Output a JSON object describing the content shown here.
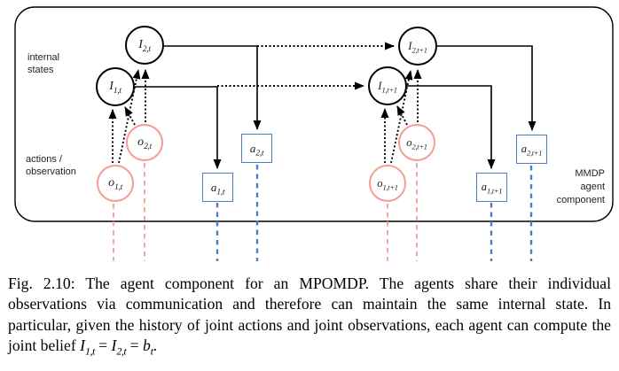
{
  "figure": {
    "region_labels": {
      "internal_states_line1": "internal",
      "internal_states_line2": "states",
      "actions_obs_line1": "actions /",
      "actions_obs_line2": "observation",
      "mmdp_line1": "MMDP",
      "mmdp_line2": "agent",
      "mmdp_line3": "component"
    },
    "nodes": {
      "I2t": {
        "main": "I",
        "sub": "2,t"
      },
      "I1t": {
        "main": "I",
        "sub": "1,t"
      },
      "I2t1": {
        "main": "I",
        "sub": "2,t+1"
      },
      "I1t1": {
        "main": "I",
        "sub": "1,t+1"
      },
      "o2t": {
        "main": "o",
        "sub": "2,t"
      },
      "o1t": {
        "main": "o",
        "sub": "1,t"
      },
      "o2t1": {
        "main": "o",
        "sub": "2,t+1"
      },
      "o1t1": {
        "main": "o",
        "sub": "1,t+1"
      },
      "a1t": {
        "main": "a",
        "sub": "1,t"
      },
      "a2t": {
        "main": "a",
        "sub": "2,t"
      },
      "a1t1": {
        "main": "a",
        "sub": "1,t+1"
      },
      "a2t1": {
        "main": "a",
        "sub": "2,t+1"
      }
    },
    "colors": {
      "node_border_black": "#000000",
      "observation_pink": "#f59c96",
      "action_blue": "#4a7fc1"
    }
  },
  "caption": {
    "part1": "Fig. 2.10: The agent component for an MPOMDP. The agents share their individual observations via communication and therefore can maintain the same internal state. In particular, given the history of joint actions and joint observations, each agent can compute the joint belief ",
    "m1_main": "I",
    "m1_sub": "1,t",
    "eq1": " = ",
    "m2_main": "I",
    "m2_sub": "2,t",
    "eq2": " = ",
    "m3_main": "b",
    "m3_sub": "t",
    "end": "."
  }
}
